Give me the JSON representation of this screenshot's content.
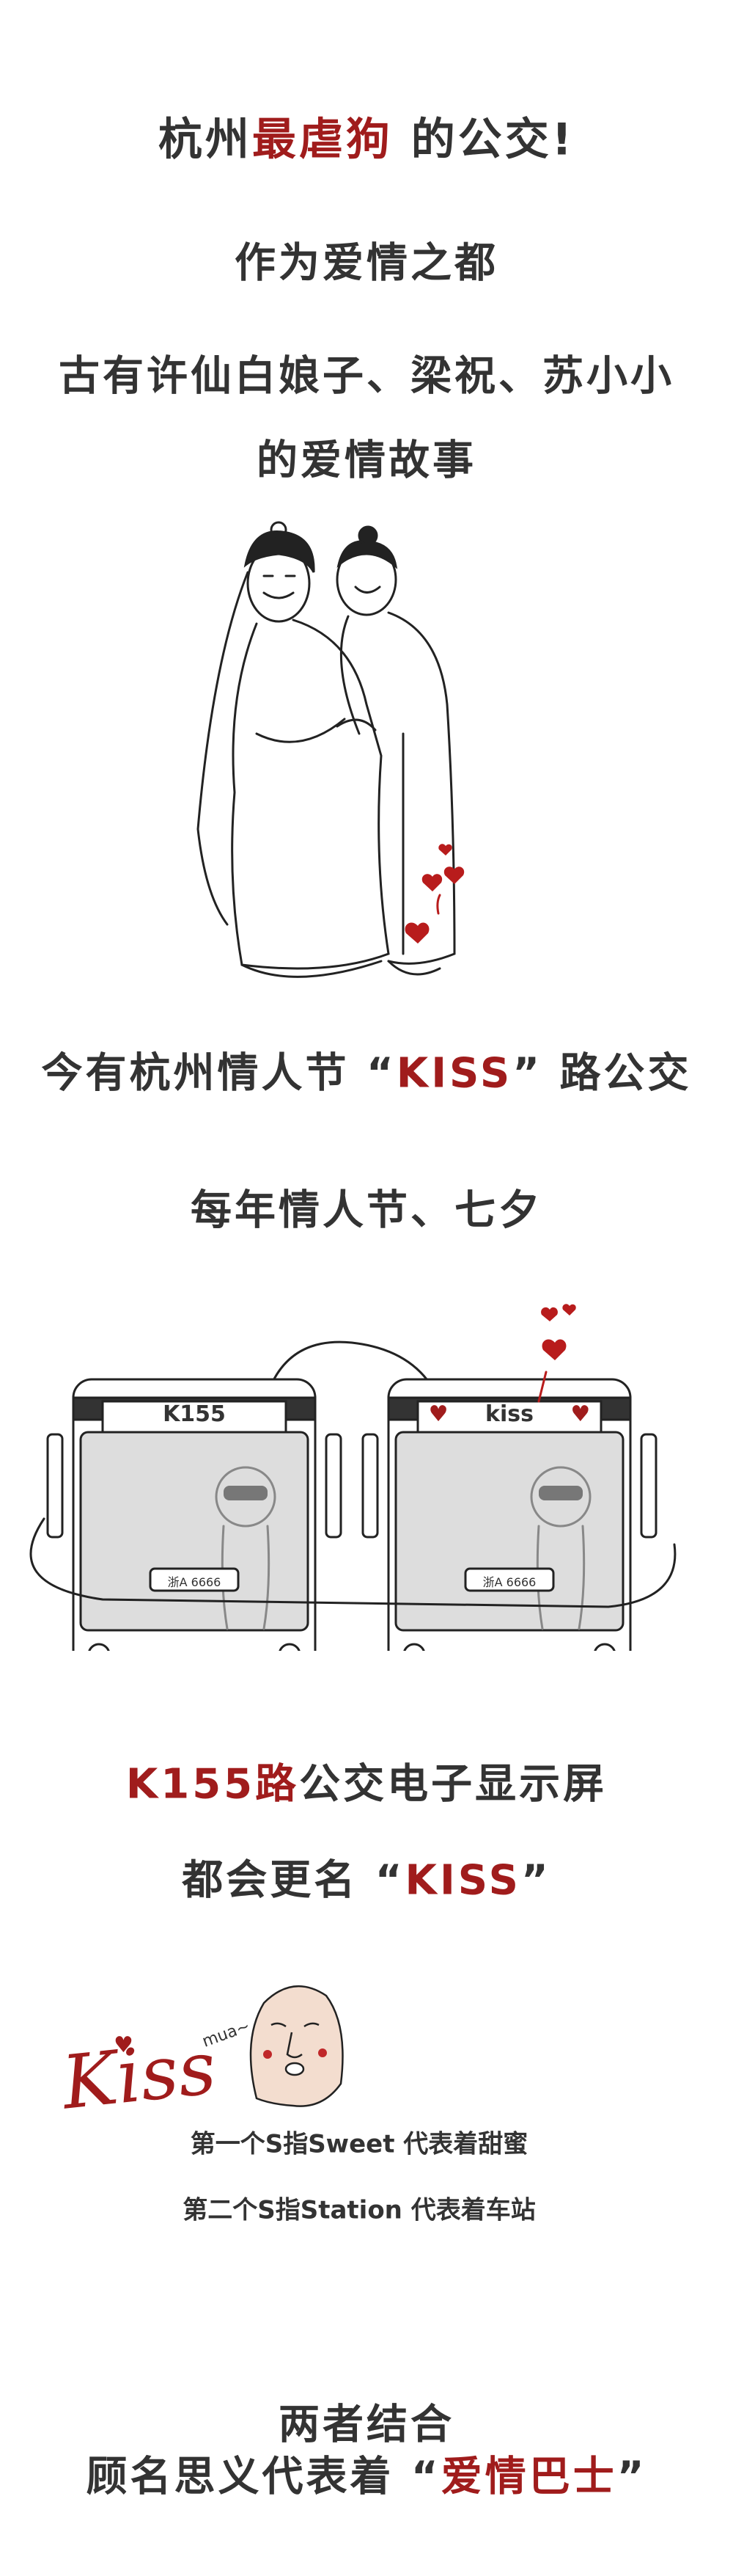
{
  "colors": {
    "text": "#333333",
    "accent": "#a01c1c"
  },
  "title": {
    "before": "杭州",
    "highlight": "最虐狗",
    "after": " 的公交!"
  },
  "intro": [
    "作为爱情之都",
    "古有许仙白娘子、梁祝、苏小小",
    "的爱情故事"
  ],
  "kiss_line": {
    "before": "今有杭州情人节 “",
    "highlight": "KISS",
    "after": "” 路公交"
  },
  "every_year": "每年情人节、七夕",
  "buses": {
    "before_sign": "K155",
    "after_sign": "kiss",
    "plate": "浙A 6666",
    "heart_icon": "heart-icon"
  },
  "screen_line": {
    "highlight": "K155路",
    "after": "公交电子显示屏"
  },
  "rename_line": {
    "before": "都会更名 “",
    "highlight": "KISS",
    "after": "”"
  },
  "kiss_art": {
    "word": "Kiss",
    "sound": "mua~"
  },
  "meanings": [
    "第一个S指Sweet 代表着甜蜜",
    "第二个S指Station 代表着车站"
  ],
  "conclusion": {
    "line1": "两者结合",
    "line2_before": "顾名思义代表着 “",
    "line2_highlight": "爱情巴士",
    "line2_after": "”"
  }
}
